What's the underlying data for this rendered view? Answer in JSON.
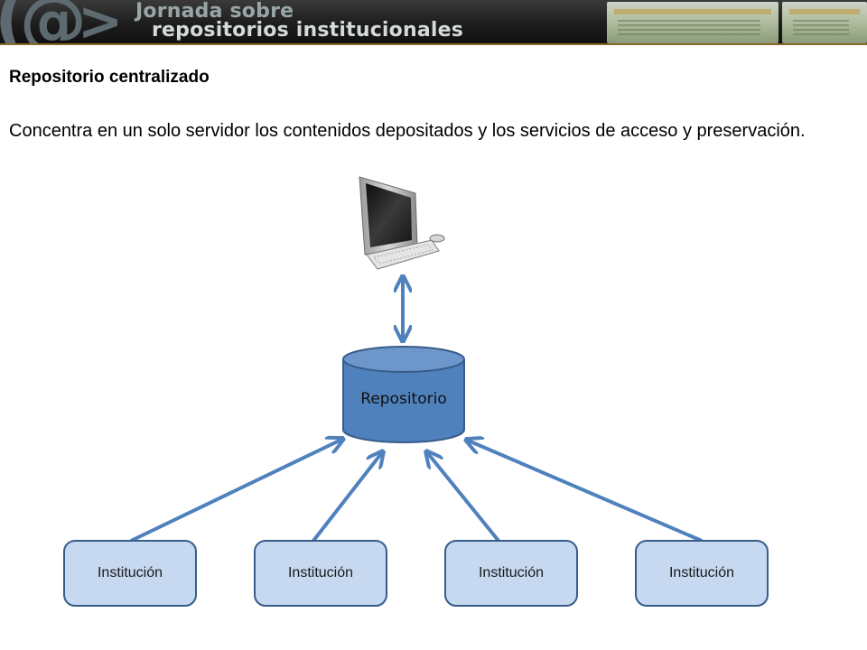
{
  "header": {
    "title_line1": "Jornada sobre",
    "title_line2": "repositorios institucionales",
    "logo_icon": "at-sign-logo-icon"
  },
  "slide": {
    "title": "Repositorio centralizado",
    "body": "Concentra en un solo servidor los contenidos depositados y los servicios de acceso y preservación."
  },
  "diagram": {
    "client_icon": "computer-workstation-icon",
    "repository": {
      "label": "Repositorio",
      "fill": "#4f81bd",
      "stroke": "#385d8a"
    },
    "institutions": [
      {
        "label": "Institución"
      },
      {
        "label": "Institución"
      },
      {
        "label": "Institución"
      },
      {
        "label": "Institución"
      }
    ],
    "colors": {
      "box_fill": "#c6d9f1",
      "box_stroke": "#385d8a",
      "arrow": "#4f81bd"
    }
  }
}
